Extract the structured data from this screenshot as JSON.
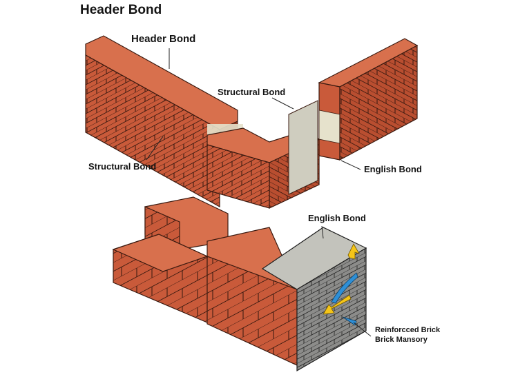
{
  "title": "Header Bond",
  "labels": {
    "header_bond": "Header Bond",
    "structural_bond_top": "Structural Bond",
    "structural_bond_left": "Structural Bond",
    "english_bond_right": "English Bond",
    "english_bond_bottom": "English  Bond",
    "reinforced_line1": "Reinforcced Brick",
    "reinforced_line2": "Brick Mansory"
  },
  "colors": {
    "brick_face": "#c95a3a",
    "brick_top": "#d8704d",
    "brick_shadow": "#8e3a22",
    "mortar_line": "#3a1a10",
    "concrete": "#c8c8c0",
    "stone_block": "#8a8a88",
    "arrow_yellow": "#f5c518",
    "arrow_blue": "#2e8fd6",
    "infill": "#e6e2cc"
  }
}
